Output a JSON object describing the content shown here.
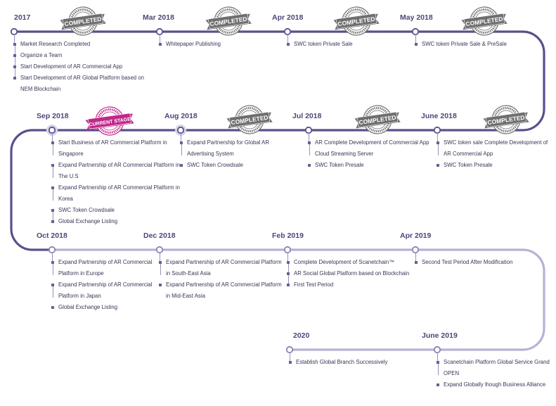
{
  "badges": {
    "completed": "COMPLETED",
    "current": "CURRENT STAGE"
  },
  "milestones": [
    {
      "date": "2017",
      "status": "completed",
      "items": [
        "Market Research Completed",
        "Organize a Team",
        "Start Development of AR Commercial App",
        "Start Development of AR Global Platform based on NEM Blockchain"
      ]
    },
    {
      "date": "Mar 2018",
      "status": "completed",
      "items": [
        "Whitepaper Publishing"
      ]
    },
    {
      "date": "Apr 2018",
      "status": "completed",
      "items": [
        "SWC token Private Sale"
      ]
    },
    {
      "date": "May 2018",
      "status": "completed",
      "items": [
        "SWC token Private Sale & PreSale"
      ]
    },
    {
      "date": "Sep 2018",
      "status": "current",
      "items": [
        "Start Business of AR Commercial Platform in Singapore",
        "Expand Partnership of AR Commercial Platform in The U.S",
        "Expand Partnership of AR Commercial Platform in Korea",
        "SWC Token Crowdsale",
        "Global Exchange Listing"
      ]
    },
    {
      "date": "Aug 2018",
      "status": "completed",
      "items": [
        "Expand Partnership for Global AR Advertising System",
        "SWC Token Crowdsale"
      ]
    },
    {
      "date": "Jul 2018",
      "status": "completed",
      "items": [
        "AR Complete Development of Commercial App Cloud Streaming Server",
        "SWC Token Presale"
      ]
    },
    {
      "date": "June 2018",
      "status": "completed",
      "items": [
        "SWC token sale Complete Development of AR Commercial App",
        "SWC Token Presale"
      ]
    },
    {
      "date": "Oct 2018",
      "status": "upcoming",
      "items": [
        "Expand Partnership of AR Commercial Platform in Europe",
        "Expand Partnership of AR Commercial Platform in Japan",
        "Global Exchange Listing"
      ]
    },
    {
      "date": "Dec 2018",
      "status": "upcoming",
      "items": [
        "Expand Partnership of AR Commercial Platform in South-East Asia",
        "Expand Partnership of AR Commercial Platform in Mid-East Asia"
      ]
    },
    {
      "date": "Feb 2019",
      "status": "upcoming",
      "items": [
        "Complete Development of Scanetchain™",
        "AR Social Global Platform based on Blockchain",
        "First Test Period"
      ]
    },
    {
      "date": "Apr 2019",
      "status": "upcoming",
      "items": [
        "Second Test Period After Modification"
      ]
    },
    {
      "date": "2020",
      "status": "upcoming",
      "items": [
        "Establish Global Branch Successively"
      ]
    },
    {
      "date": "June 2019",
      "status": "upcoming",
      "items": [
        "Scanetchain Platform Global Service Grand OPEN",
        "Expand Globally lhough Business Alliance"
      ]
    }
  ],
  "colors": {
    "done": "#5b4f8c",
    "future": "#b8b1d4",
    "badge_gray": "#6f6f6f",
    "badge_current": "#c0288a",
    "label": "#4f4478"
  }
}
